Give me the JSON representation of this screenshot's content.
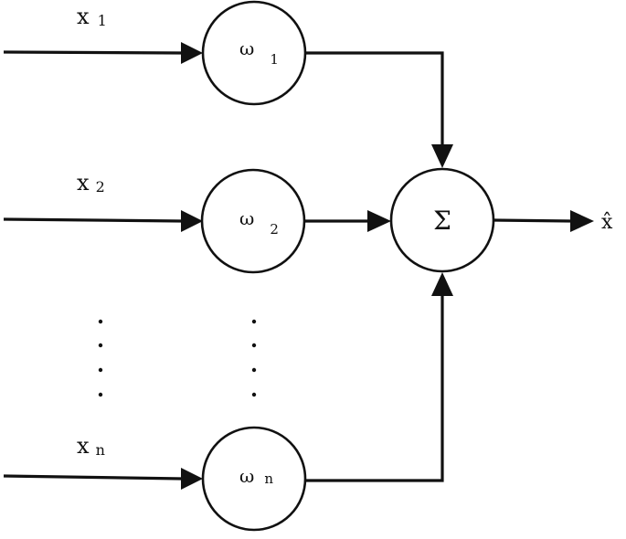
{
  "inputs": [
    {
      "base": "x",
      "sub": "1"
    },
    {
      "base": "x",
      "sub": "2"
    },
    {
      "base": "x",
      "sub": "n"
    }
  ],
  "weights": [
    {
      "base": "ω",
      "sub": "1"
    },
    {
      "base": "ω",
      "sub": "2"
    },
    {
      "base": "ω",
      "sub": "n"
    }
  ],
  "sum_symbol": "Σ",
  "output": "x̂"
}
